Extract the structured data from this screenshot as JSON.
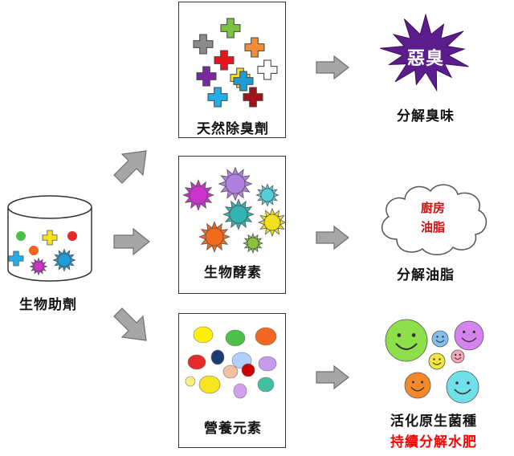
{
  "source": {
    "label": "生物助劑",
    "colors": {
      "jar_stroke": "#333333"
    }
  },
  "panels": [
    {
      "label": "天然除臭劑"
    },
    {
      "label": "生物酵素"
    },
    {
      "label": "營養元素"
    }
  ],
  "results": [
    {
      "badge_text": "惡臭",
      "caption": "分解臭味",
      "badge_color": "#5b1d8c"
    },
    {
      "cloud_lines": [
        "廚房",
        "油脂"
      ],
      "caption": "分解油脂",
      "text_color": "#cc1111"
    },
    {
      "caption_line1": "活化原生菌種",
      "caption_line2": "持續分解水肥",
      "highlight_color": "#ff0000"
    }
  ],
  "icons": {
    "arrow": "gray-block-arrow",
    "cross": "plus-cross-shape",
    "sun": "spiky-sun-shape",
    "smiley": "smiley-face-shape",
    "cloud": "cloud-shape",
    "burst": "star-burst-shape",
    "jar": "cylinder-jar-shape"
  },
  "colors": {
    "arrow_fill": "#a6a6a6",
    "arrow_stroke": "#6f6f6f",
    "crosses": [
      "#8a8a8a",
      "#7dc142",
      "#f28c38",
      "#e8141c",
      "#ffffff",
      "#7a2aa0",
      "#f7e11a",
      "#1f9bd8",
      "#a31218",
      "#22aee8"
    ],
    "suns": [
      "#cc33cc",
      "#b080e0",
      "#55d0d8",
      "#34b3b0",
      "#f0e020",
      "#f26a1a",
      "#8bc43a"
    ],
    "dots": [
      "#fff100",
      "#4ec04a",
      "#f26522",
      "#e52a2a",
      "#1e3a6e",
      "#b0d0ff",
      "#c59bf0",
      "#f7e520",
      "#f5c0a0",
      "#cc0000",
      "#40c0a0",
      "#d4a0f0",
      "#f5f080"
    ],
    "smileys": [
      "#8ee04a",
      "#d583ee",
      "#80bff0",
      "#f4e640",
      "#f5a8b8",
      "#f28a2a",
      "#6fe0e8"
    ]
  }
}
